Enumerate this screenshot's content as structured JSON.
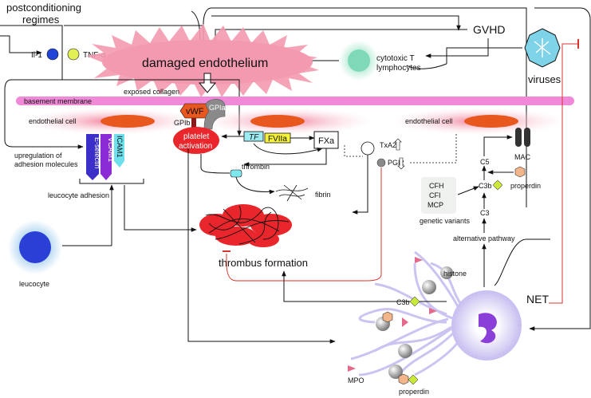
{
  "labels": {
    "postconditioning": "postconditioning",
    "regimes": "regimes",
    "gvhd": "GVHD",
    "il1": "Il-1",
    "tnfa": "TNF-α",
    "damaged_endothelium": "damaged endothelium",
    "cytotoxic_t_1": "cytotoxic T",
    "cytotoxic_t_2": "lymphocytes",
    "viruses": "viruses",
    "exposed_collagen": "exposed collagen",
    "basement_membrane": "basement membrane",
    "vwf": "vWF",
    "gpia": "GPIa",
    "gpib": "GPIb",
    "endothelial_cell_left": "endothelial cell",
    "endothelial_cell_right": "endothelial cell",
    "platelet_activation_1": "platelet",
    "platelet_activation_2": "activation",
    "tf": "TF",
    "fviia": "FVIIa",
    "fxa": "FXa",
    "thrombin": "thrombin",
    "fibrin": "fibrin",
    "txa2": "TxA2",
    "pgi2": "PGI2",
    "upregulation_1": "upregulation of",
    "upregulation_2": "adhesion molecules",
    "e_selectin": "E-selectin",
    "vcam1": "VCAM1",
    "icam1": "ICAM1",
    "leucocyte_adhesion": "leucocyte adhesion",
    "leucocyte": "leucocyte",
    "thrombus_formation": "thrombus formation",
    "mac": "MAC",
    "c5": "C5",
    "c3b_top": "C3b",
    "properdin_top": "properdin",
    "c3": "C3",
    "cfh": "CFH",
    "cfi": "CFI",
    "mcp": "MCP",
    "genetic_variants": "genetic variants",
    "alternative_pathway": "alternative pathway",
    "net": "NET",
    "histone": "histone",
    "c3b_bottom": "C3b",
    "mpo": "MPO",
    "properdin_bottom": "properdin"
  },
  "colors": {
    "endothelium_pink": "#f49ab0",
    "basement_membrane": "#f08ad8",
    "platelet_red": "#e8262b",
    "vwf_orange": "#e8571e",
    "e_selectin_blue": "#3b2fc9",
    "vcam1_purple": "#8a2bd6",
    "icam1_cyan": "#6de0ee",
    "leucocyte_blue": "#2a3fd6",
    "il1_blue": "#2045d8",
    "tnfa_yellow": "#e2ef55",
    "cytotoxic_green": "#7fd9b8",
    "virus_blue": "#7fd3e8",
    "inhibit_red": "#d9352b",
    "net_lavender": "#c7bdf0",
    "nucleus_purple": "#8a3fd8",
    "mpo_pink": "#e46a8c",
    "properdin_peach": "#f3b58a",
    "c3b_green": "#c8e83a",
    "fviia_yellow": "#f6f23a",
    "tf_cyan": "#9cecf2"
  }
}
